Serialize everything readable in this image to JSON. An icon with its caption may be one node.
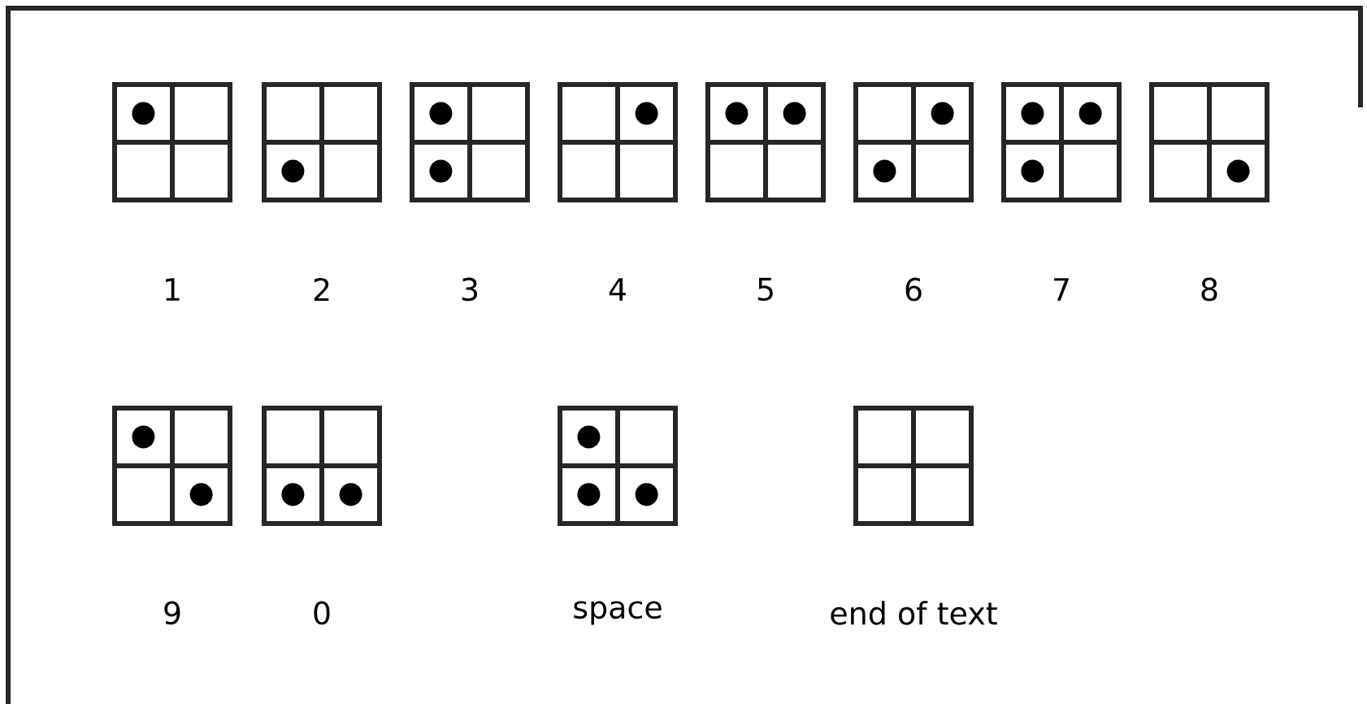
{
  "diagram": {
    "nodes": [
      {
        "text": [
          "1"
        ]
      },
      {
        "text": [
          "2"
        ]
      },
      {
        "text": [
          "3"
        ]
      },
      {
        "text": [
          "4"
        ]
      },
      {
        "text": [
          "5"
        ]
      },
      {
        "text": [
          "6"
        ]
      },
      {
        "text": [
          "7"
        ]
      },
      {
        "text": [
          "8"
        ]
      },
      {
        "text": [
          "9"
        ]
      },
      {
        "text": [
          "0"
        ]
      },
      {
        "text": [
          "space"
        ]
      },
      {
        "text": [
          "end of text"
        ]
      }
    ]
  }
}
